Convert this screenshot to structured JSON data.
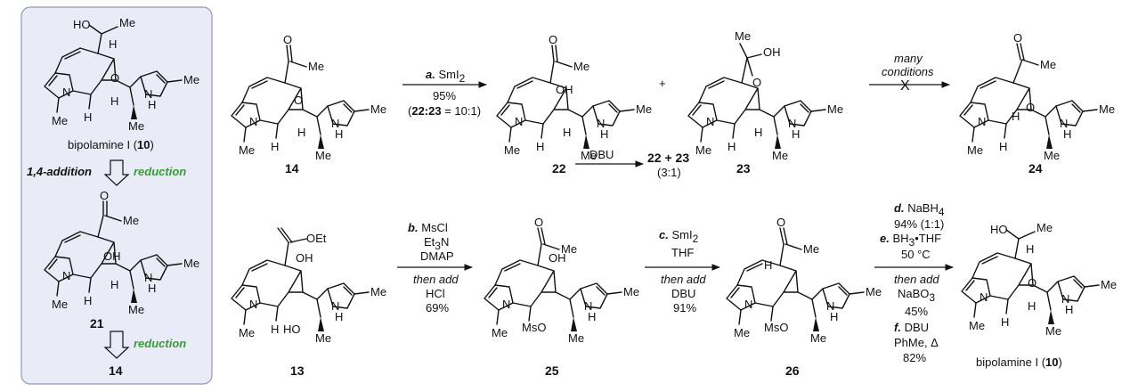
{
  "panel": {
    "top_compound_label": "bipolamine I (",
    "top_compound_num": "10",
    "close_paren": ")",
    "step1_left": "1,4-addition",
    "step1_right": "reduction",
    "mid_compound": "21",
    "step2": "reduction",
    "bottom_compound": "14"
  },
  "row1": {
    "cmpd_a": "14",
    "step_a": {
      "letter": "a.",
      "reagent": "SmI",
      "reagent_sub": "2",
      "yield": "95%",
      "ratio_prefix": "(",
      "ratio_bold": "22:23",
      "ratio_suffix": " = 10:1)"
    },
    "cmpd_b": "22",
    "plus": "+",
    "cmpd_c": "23",
    "dbu_reagent": "DBU",
    "dbu_product": "22 + 23",
    "dbu_ratio": "(3:1)",
    "step_fail": {
      "line1": "many",
      "line2": "conditions",
      "mark": "X"
    },
    "cmpd_d": "24"
  },
  "row2": {
    "cmpd_e": "13",
    "step_b": {
      "letter": "b.",
      "line1": "MsCl",
      "line2": "Et",
      "line2_sub": "3",
      "line2_rest": "N",
      "line3": "DMAP",
      "then": "then add",
      "line4": "HCl",
      "yield": "69%"
    },
    "cmpd_f": "25",
    "step_c": {
      "letter": "c.",
      "line1": "SmI",
      "line1_sub": "2",
      "line2": "THF",
      "then": "then add",
      "line3": "DBU",
      "yield": "91%"
    },
    "cmpd_g": "26",
    "step_d": {
      "letter": "d.",
      "reagent": "NaBH",
      "reagent_sub": "4",
      "yield": "94% (1:1)"
    },
    "step_e": {
      "letter": "e.",
      "reagent": "BH",
      "reagent_sub": "3",
      "reagent_rest": "•THF",
      "temp": "50 °C",
      "then": "then add",
      "reagent2": "NaBO",
      "reagent2_sub": "3",
      "yield": "45%"
    },
    "step_f": {
      "letter": "f.",
      "reagent": "DBU",
      "cond": "PhMe, Δ",
      "yield": "82%"
    },
    "product_label": "bipolamine I (",
    "product_num": "10",
    "close_paren": ")"
  },
  "atoms": {
    "N": "N",
    "O": "O",
    "H": "H",
    "Me": "Me",
    "OH": "OH",
    "HO": "HO",
    "OEt": "OEt",
    "MsO": "MsO",
    "HOme": "HO"
  },
  "colors": {
    "panel_bg": "#e9ecf6",
    "panel_border": "#8f98b8",
    "green": "#3a9a3a"
  }
}
